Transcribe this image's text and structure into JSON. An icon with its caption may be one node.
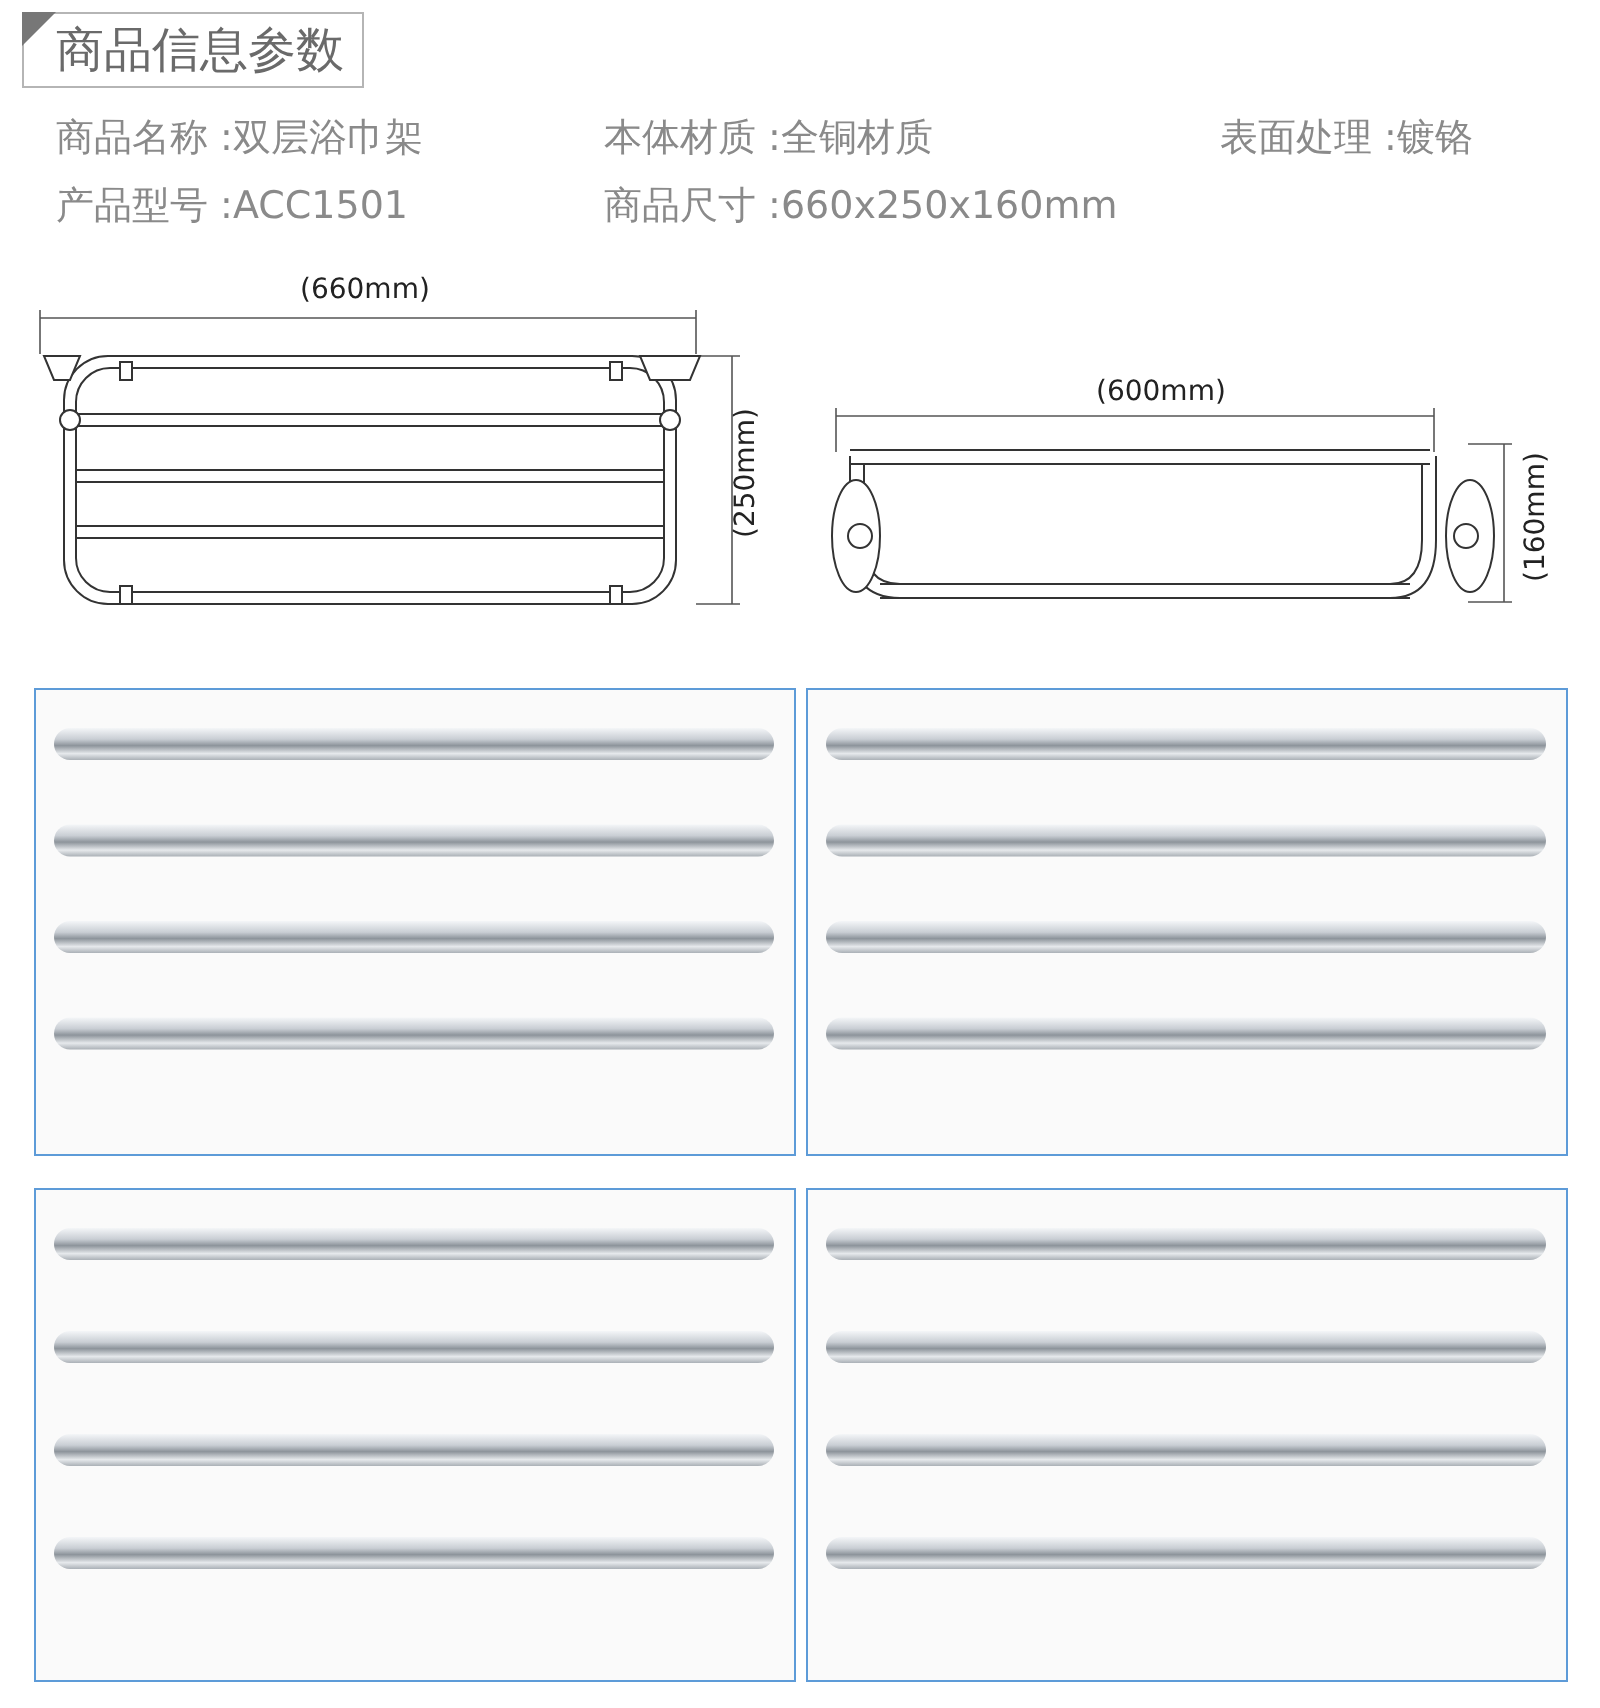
{
  "diagram": {
    "title": "商品信息参数",
    "labels": [
      "商品名称 :双层浴巾架",
      "本体材质 :全铜材质",
      "表面处理 :镀铬",
      "产品型号 :ACC1501",
      "商品尺寸 :660x250x160mm",
      "(660mm)",
      "(250mm)",
      "(600mm)",
      "(160mm)"
    ]
  }
}
